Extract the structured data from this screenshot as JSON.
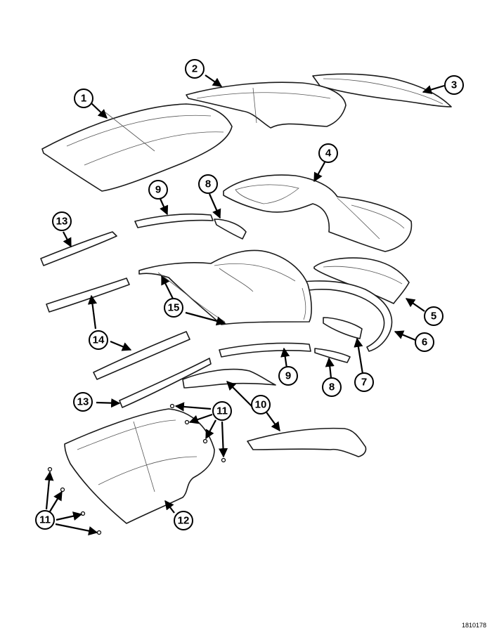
{
  "callouts": {
    "c1": "1",
    "c2": "2",
    "c3": "3",
    "c4": "4",
    "c5": "5",
    "c6": "6",
    "c7": "7",
    "c8a": "8",
    "c8b": "8",
    "c9a": "9",
    "c9b": "9",
    "c10": "10",
    "c11a": "11",
    "c11b": "11",
    "c12": "12",
    "c13a": "13",
    "c13b": "13",
    "c14": "14",
    "c15": "15"
  },
  "reference_code": "1810178"
}
